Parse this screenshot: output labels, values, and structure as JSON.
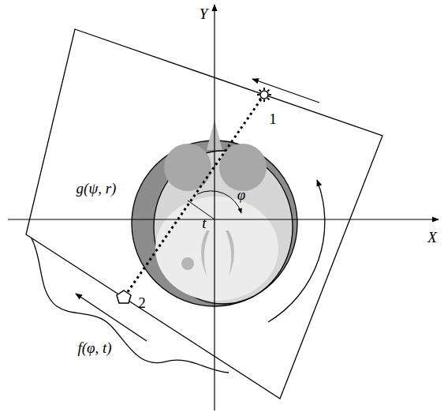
{
  "diagram": {
    "labels": [
      "Y",
      "X",
      "g(ψ, r)",
      "φ",
      "t",
      "1",
      "2",
      "f(φ, t)"
    ]
  }
}
